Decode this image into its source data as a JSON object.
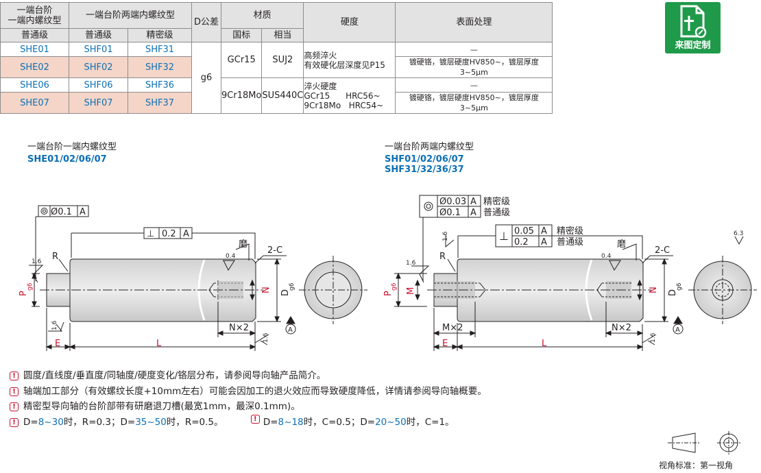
{
  "table": {
    "header1": {
      "col1": [
        "一端台阶",
        "一端内螺纹型"
      ],
      "col2": "一端台阶两端内螺纹型",
      "dtol": "D公差",
      "material": "材质",
      "hardness": "硬度",
      "surface": "表面处理"
    },
    "header2": {
      "col1": "普通级",
      "col2a": "普通级",
      "col2b": "精密级",
      "mat_std": "国标",
      "mat_eq": "相当"
    },
    "rows": [
      {
        "c1": "SHE01",
        "c2": "SHF01",
        "c3": "SHF31"
      },
      {
        "c1": "SHE02",
        "c2": "SHF02",
        "c3": "SHF32"
      },
      {
        "c1": "SHE06",
        "c2": "SHF06",
        "c3": "SHF36"
      },
      {
        "c1": "SHE07",
        "c2": "SHF07",
        "c3": "SHF37"
      }
    ],
    "dtol_value": "g6",
    "mat1_std": "GCr15",
    "mat1_eq": "SUJ2",
    "mat2_std": "9Cr18Mo",
    "mat2_eq": "SUS440C",
    "hard1_l1": "高频淬火",
    "hard1_l2": "有效硬化层深度见P15",
    "hard2_l1": "淬火硬度",
    "hard2_l2a": "GCr15",
    "hard2_l2b": "HRC56~",
    "hard2_l3a": "9Cr18Mo",
    "hard2_l3b": "HRC54~",
    "surface_none": "—",
    "surface_chrome": "镀硬铬，镀层硬度HV850~，镀层厚度3~5μm"
  },
  "logo": {
    "label": "来图定制",
    "icon": "custom-drawing-icon",
    "color": "#1f9a4a"
  },
  "drawing_left": {
    "title": "一端台阶一端内螺纹型",
    "codes": "SHE01/02/06/07",
    "concentricity": "Ø0.1",
    "datum": "A",
    "perp_symbol": "⊥",
    "perp_value": "0.2",
    "grind": "磨",
    "chamfer": "2-C",
    "r": "R",
    "rough_a": "1.6",
    "rough_b": "0.4",
    "rough_c": "1.6",
    "rough_d": "1.6",
    "p": "P",
    "p_sub": "g6",
    "d": "D",
    "d_sub": "g6",
    "n": "N",
    "nx2": "N×2",
    "e": "E",
    "l": "L"
  },
  "drawing_right": {
    "title": "一端台阶两端内螺纹型",
    "codes1": "SHF01/02/06/07",
    "codes2": "SHF31/32/36/37",
    "conc_p": "Ø0.03",
    "conc_n": "Ø0.1",
    "prec_label": "精密级",
    "norm_label": "普通级",
    "perp_p": "0.05",
    "perp_n": "0.2",
    "datum": "A",
    "grind": "磨",
    "chamfer": "2-C",
    "r": "R",
    "rough_a": "1.6",
    "rough_b": "1.6",
    "rough_c": "0.4",
    "rough_d": "1.6",
    "rough_e": "6.3",
    "p": "P",
    "p_sub": "g6",
    "m": "M",
    "mx2": "M×2",
    "d": "D",
    "d_sub": "g6",
    "n": "N",
    "nx2": "N×2",
    "e": "E",
    "l": "L"
  },
  "notes": [
    {
      "text": "圆度/直线度/垂直度/同轴度/硬度变化/铬层分布，请参阅导向轴产品简介。"
    },
    {
      "text": "轴端加工部分（有效螺纹长度+10mm左右）可能会因加工的退火效应而导致硬度降低，详情请参阅导向轴概要。"
    },
    {
      "text": "精密型导向轴的台阶部带有研磨退刀槽(最宽1mm，最深0.1mm)。"
    }
  ],
  "note4": {
    "a1": "D=",
    "a2": "8~30",
    "a3": "时，R=0.3；D=",
    "a4": "35~50",
    "a5": "时，R=0.5。",
    "b1": "D=",
    "b2": "8~18",
    "b3": "时，C=0.5；D=",
    "b4": "20~50",
    "b5": "时，C=1。"
  },
  "view_standard": "视角标准：第一视角"
}
